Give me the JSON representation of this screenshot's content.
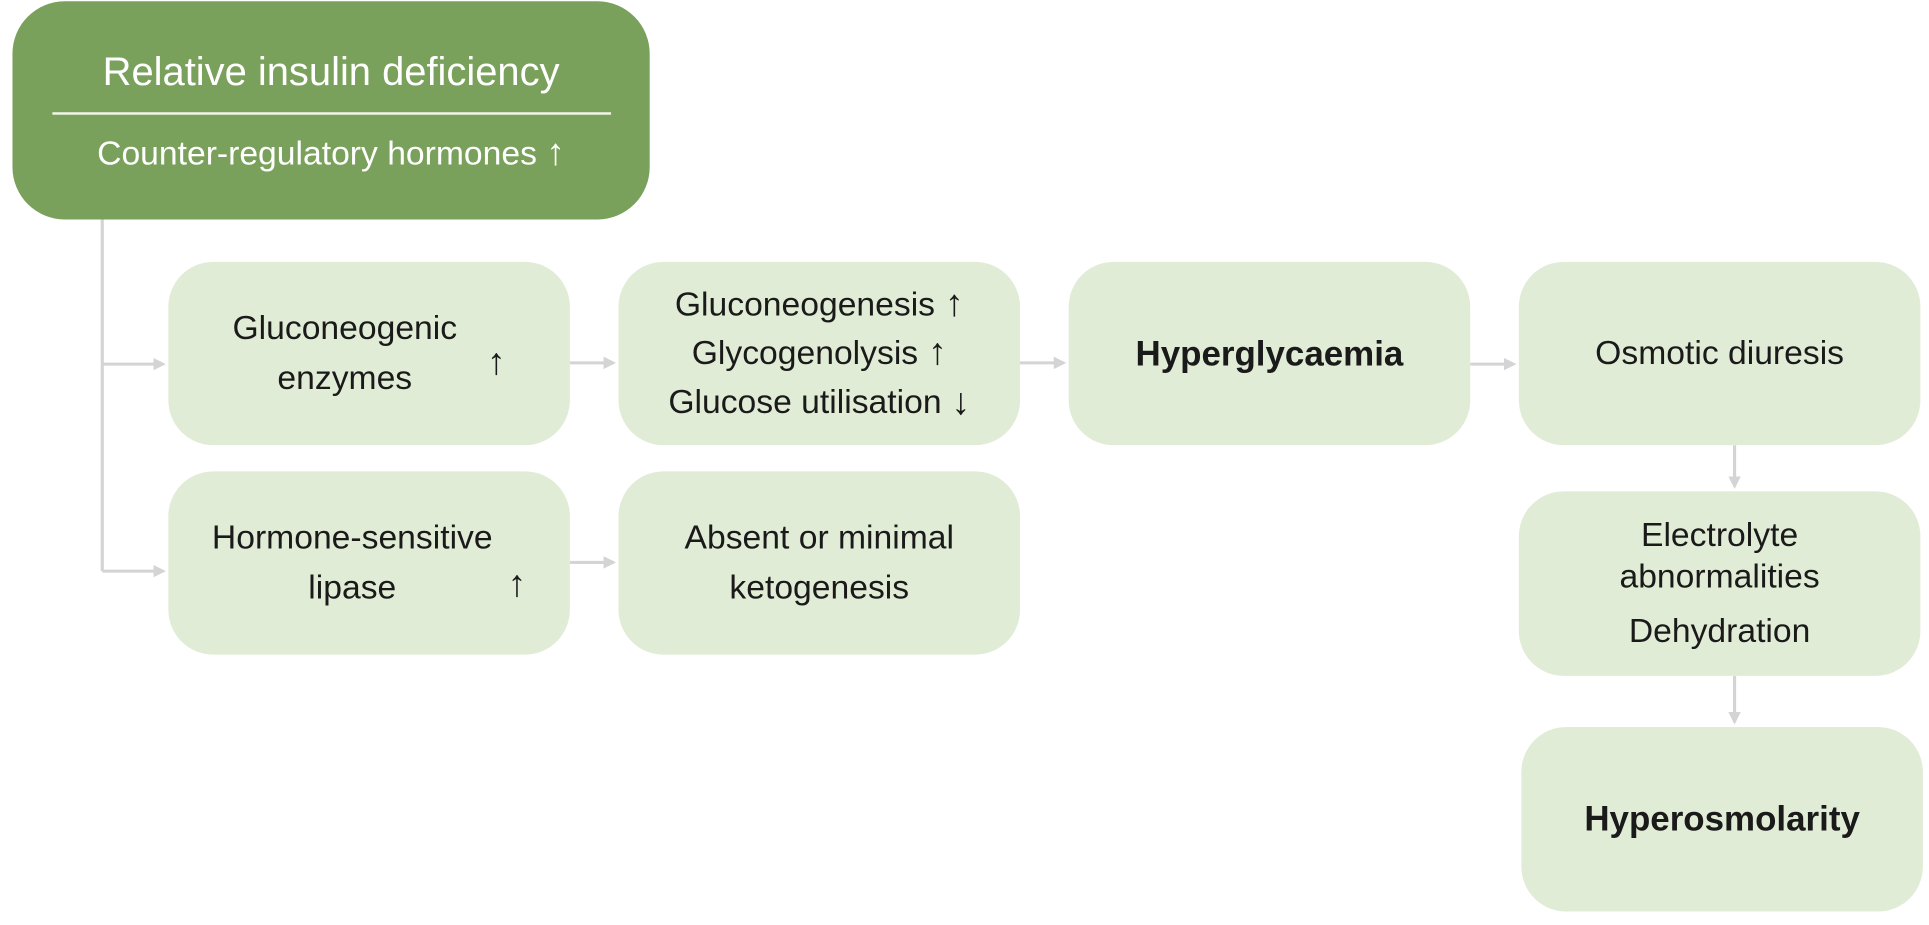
{
  "top": {
    "title": "Relative insulin deficiency",
    "subtitle": "Counter-regulatory hormones",
    "subtitle_arrow": "↑"
  },
  "boxes": {
    "gluconeogenic": {
      "line1": "Gluconeogenic",
      "line2": "enzymes",
      "arrow": "↑"
    },
    "hormone_lipase": {
      "line1": "Hormone-sensitive",
      "line2": "lipase",
      "arrow": "↑"
    },
    "glucose_processes": {
      "items": [
        {
          "label": "Gluconeogenesis",
          "arrow": "↑"
        },
        {
          "label": "Glycogenolysis",
          "arrow": "↑"
        },
        {
          "label": "Glucose utilisation",
          "arrow": "↓"
        }
      ]
    },
    "ketogenesis": {
      "line1": "Absent or minimal",
      "line2": "ketogenesis"
    },
    "hyperglycaemia": {
      "label": "Hyperglycaemia"
    },
    "osmotic": {
      "label": "Osmotic diuresis"
    },
    "electrolyte": {
      "line1": "Electrolyte",
      "line2": "abnormalities",
      "line3": "Dehydration"
    },
    "hyperosmolarity": {
      "label": "Hyperosmolarity"
    }
  },
  "colors": {
    "header_fill": "#7aa15b",
    "box_fill": "#e1ecd6",
    "connector": "#d4d4d4",
    "text": "#1a1a1a"
  }
}
